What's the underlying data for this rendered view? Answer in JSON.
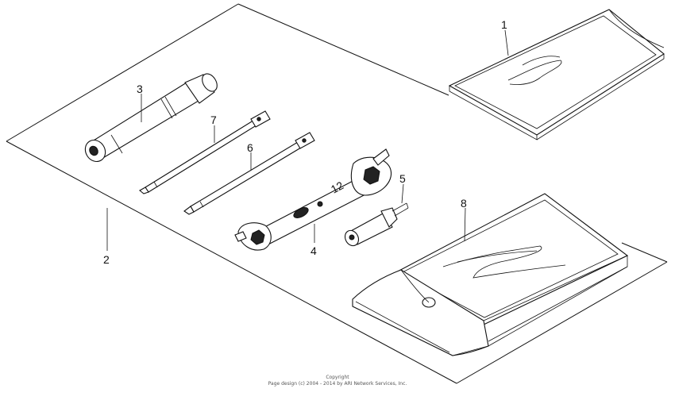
{
  "callouts": {
    "c1": "1",
    "c2": "2",
    "c3": "3",
    "c4": "4",
    "c5": "5",
    "c6": "6",
    "c7": "7",
    "c8": "8"
  },
  "wrench_marking": "12",
  "copyright": {
    "line1": "Copyright",
    "line2": "Page design (c) 2004 - 2014 by ARI Network Services, Inc."
  }
}
